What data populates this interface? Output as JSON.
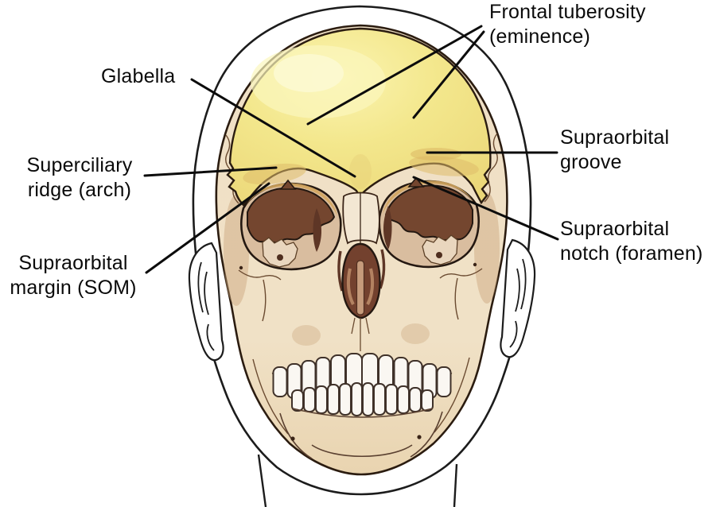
{
  "figure": {
    "title": "Anterior view of the skull with frontal bone features",
    "colors": {
      "background": "#ffffff",
      "frontal_bone_highlight": "#F3E98C",
      "bone": "#F0E2C8",
      "orbit_shadow": "#74462F",
      "outline": "#241811",
      "leader_line": "#0c0c0c"
    },
    "labels": {
      "frontal_tuberosity": {
        "line1": "Frontal tuberosity",
        "line2": "(eminence)"
      },
      "glabella": {
        "line1": "Glabella"
      },
      "superciliary_ridge": {
        "line1": "Superciliary",
        "line2": "ridge (arch)"
      },
      "supraorbital_margin": {
        "line1": "Supraorbital",
        "line2": "margin (SOM)"
      },
      "supraorbital_groove": {
        "line1": "Supraorbital",
        "line2": "groove"
      },
      "supraorbital_notch": {
        "line1": "Supraorbital",
        "line2": "notch (foramen)"
      }
    }
  }
}
